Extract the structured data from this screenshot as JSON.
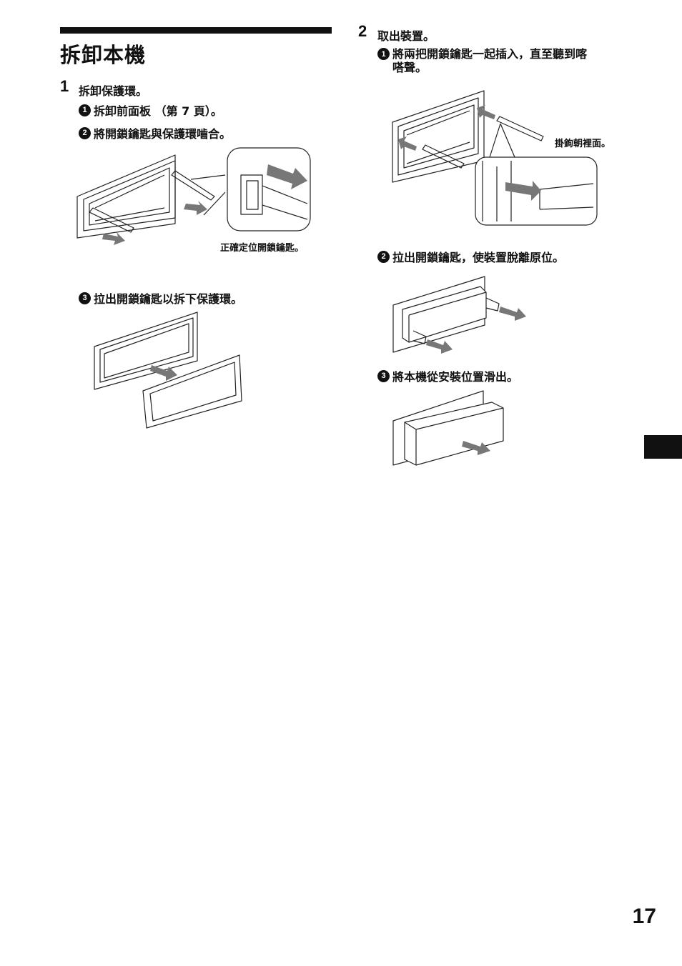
{
  "section": {
    "title": "拆卸本機"
  },
  "step1": {
    "number": "1",
    "text": "拆卸保護環。",
    "sub1": {
      "num": "1",
      "text": "拆卸前面板 （第 7 頁）。"
    },
    "sub2": {
      "num": "2",
      "text": "將開鎖鑰匙與保護環嚙合。"
    },
    "caption": "正確定位開鎖鑰匙。",
    "sub3": {
      "num": "3",
      "text": "拉出開鎖鑰匙以拆下保護環。"
    }
  },
  "step2": {
    "number": "2",
    "text": "取出裝置。",
    "sub1": {
      "num": "1",
      "text_line1": "將兩把開鎖鑰匙一起插入，直至聽到喀",
      "text_line2": "嗒聲。"
    },
    "caption": "掛鉤朝裡面。",
    "sub2": {
      "num": "2",
      "text": "拉出開鎖鑰匙，使裝置脫離原位。"
    },
    "sub3": {
      "num": "3",
      "text": "將本機從安裝位置滑出。"
    }
  },
  "page": {
    "number": "17"
  },
  "colors": {
    "text": "#111111",
    "arrow": "#777777",
    "line": "#222222"
  }
}
